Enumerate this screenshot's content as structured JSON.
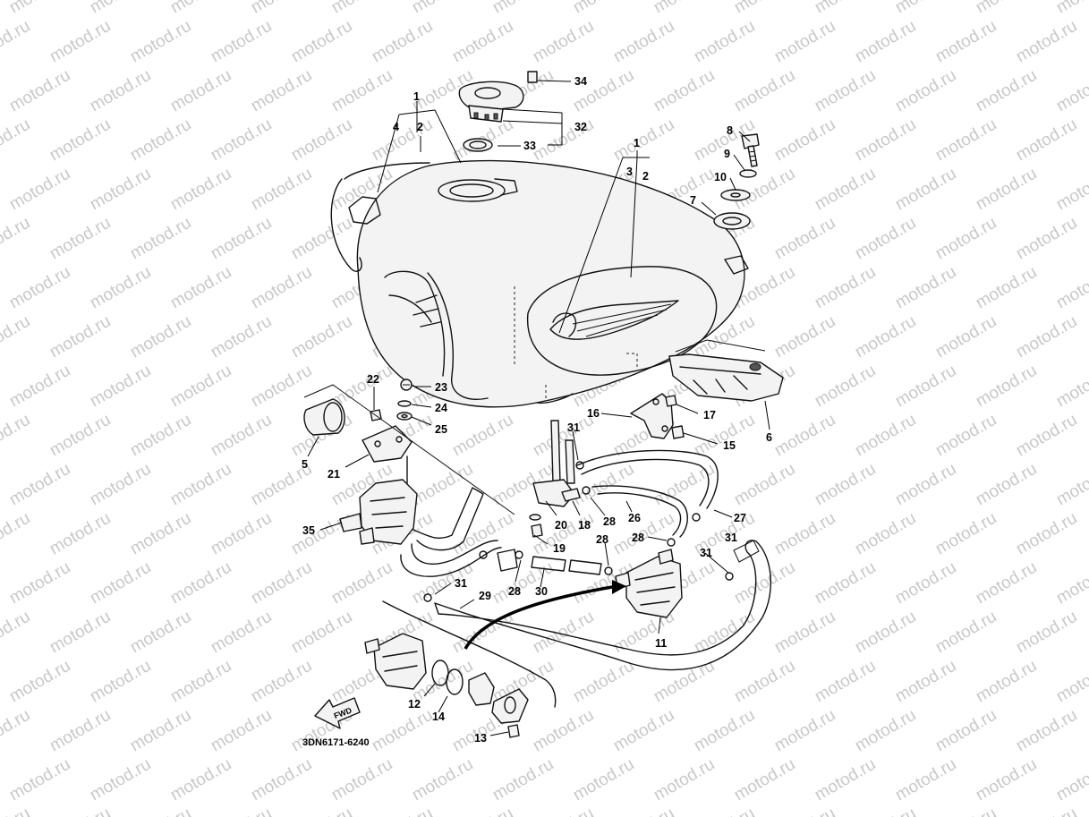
{
  "watermark": "motod.ru",
  "diagram_code": "3DN6171-6240",
  "fwd_label": "FWD",
  "callouts": {
    "c1a": "1",
    "c2a": "2",
    "c4": "4",
    "c1b": "1",
    "c3": "3",
    "c2b": "2",
    "c34": "34",
    "c32": "32",
    "c33": "33",
    "c8": "8",
    "c9": "9",
    "c10": "10",
    "c7": "7",
    "c22": "22",
    "c23": "23",
    "c24": "24",
    "c25": "25",
    "c5": "5",
    "c21": "21",
    "c35": "35",
    "c16": "16",
    "c17": "17",
    "c15": "15",
    "c6": "6",
    "c31a": "31",
    "c18": "18",
    "c20": "20",
    "c28a": "28",
    "c26": "26",
    "c27": "27",
    "c19": "19",
    "c28b": "28",
    "c31b": "31",
    "c28c": "28",
    "c31c": "31",
    "c28d": "28",
    "c30": "30",
    "c31d": "31",
    "c29": "29",
    "c11": "11",
    "c12": "12",
    "c14": "14",
    "c13": "13"
  }
}
